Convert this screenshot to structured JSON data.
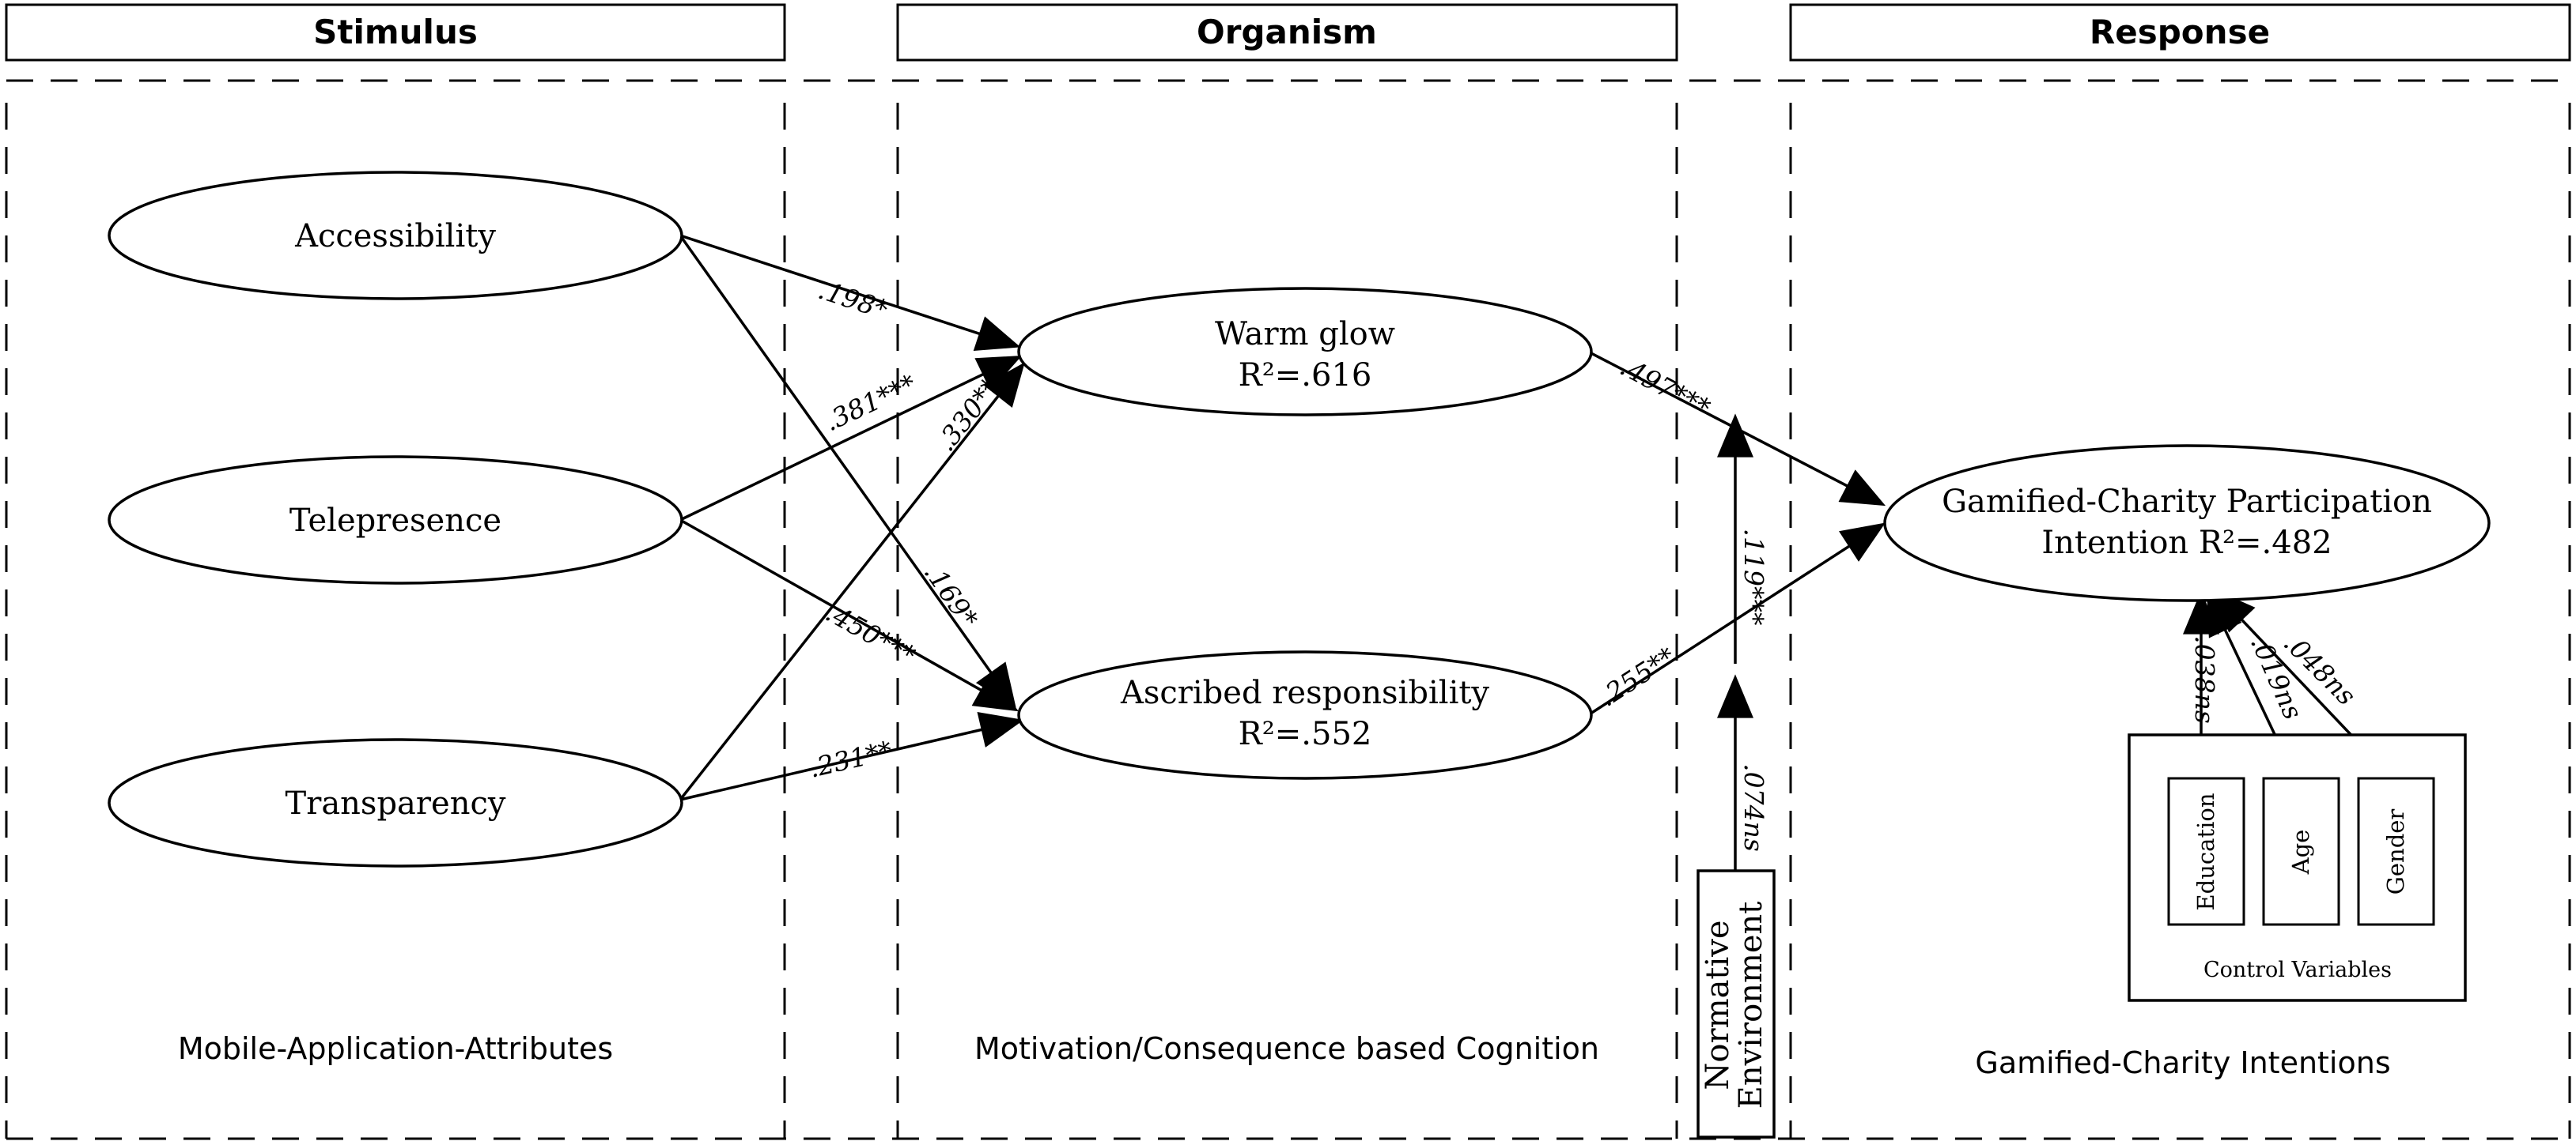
{
  "headers": {
    "stimulus": "Stimulus",
    "organism": "Organism",
    "response": "Response"
  },
  "footers": {
    "stimulus": "Mobile-Application-Attributes",
    "organism": "Motivation/Consequence based Cognition",
    "response": "Gamified-Charity Intentions"
  },
  "constructs": {
    "accessibility": "Accessibility",
    "telepresence": "Telepresence",
    "transparency": "Transparency",
    "warm_glow": {
      "name": "Warm glow",
      "r2": "R²=.616"
    },
    "ascribed_responsibility": {
      "name": "Ascribed responsibility",
      "r2": "R²=.552"
    },
    "outcome": {
      "line1": "Gamified-Charity Participation",
      "line2": "Intention R²=.482"
    }
  },
  "moderator": {
    "line1": "Normative",
    "line2": "Environment"
  },
  "controls": {
    "title": "Control Variables",
    "education": "Education",
    "age": "Age",
    "gender": "Gender"
  },
  "paths": {
    "acc_wg": ".198*",
    "tel_wg": ".381***",
    "tra_wg": ".330***",
    "acc_ar": ".169*",
    "tel_ar": ".450***",
    "tra_ar": ".231**",
    "wg_out": ".497***",
    "ar_out": ".255**",
    "moderation": ".119***",
    "env_direct": ".074ns",
    "education_out": ".038ns",
    "age_out": ".019ns",
    "gender_out": ".048ns"
  }
}
